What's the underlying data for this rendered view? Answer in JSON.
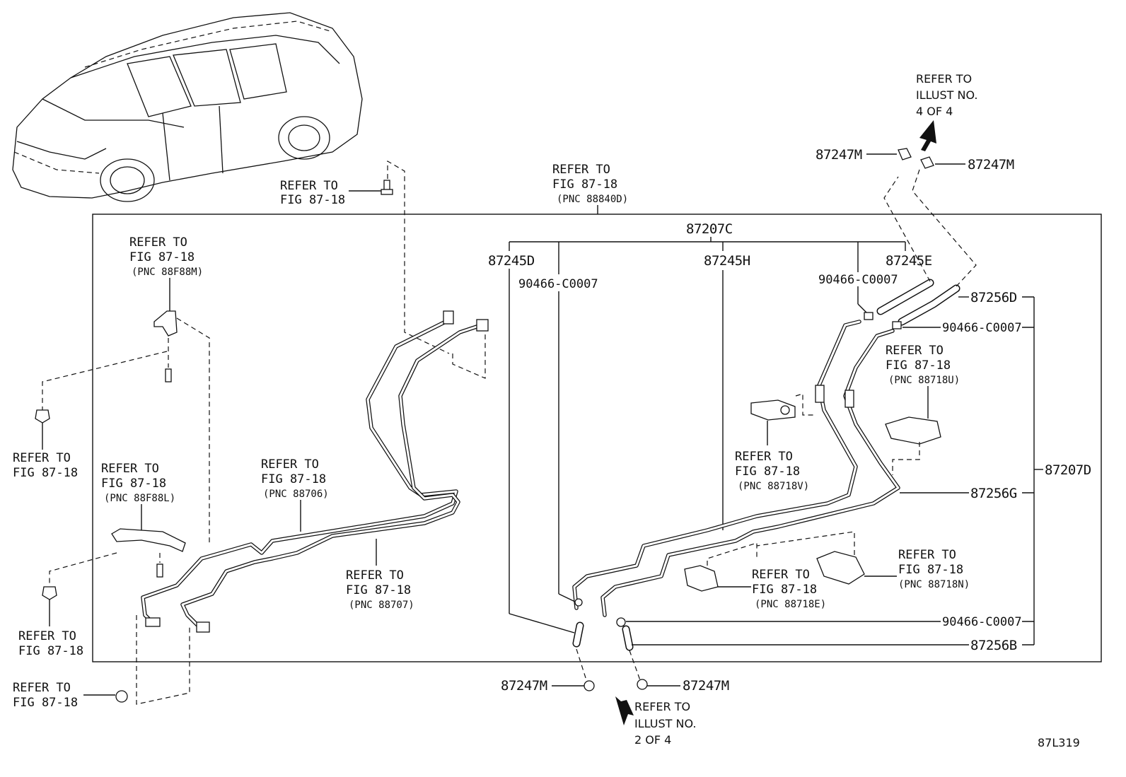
{
  "diagram_code": "87L319",
  "callouts": {
    "refer_top_center": [
      "REFER TO",
      "FIG 87-18",
      "(PNC 88840D)"
    ],
    "refer_bolt_top": [
      "REFER TO",
      "FIG 87-18"
    ],
    "refer_88f88m": [
      "REFER TO",
      "FIG 87-18",
      "(PNC 88F88M)"
    ],
    "refer_clip_left": [
      "REFER TO",
      "FIG 87-18"
    ],
    "refer_88f88l": [
      "REFER TO",
      "FIG 87-18",
      "(PNC 88F88L)"
    ],
    "refer_clip_left2": [
      "REFER TO",
      "FIG 87-18"
    ],
    "refer_nut_bottom": [
      "REFER TO",
      "FIG 87-18"
    ],
    "refer_88706": [
      "REFER TO",
      "FIG 87-18",
      "(PNC 88706)"
    ],
    "refer_88707": [
      "REFER TO",
      "FIG 87-18",
      "(PNC 88707)"
    ],
    "refer_88718v": [
      "REFER TO",
      "FIG 87-18",
      "(PNC 88718V)"
    ],
    "refer_88718e": [
      "REFER TO",
      "FIG 87-18",
      "(PNC 88718E)"
    ],
    "refer_88718n": [
      "REFER TO",
      "FIG 87-18",
      "(PNC 88718N)"
    ],
    "refer_88718u": [
      "REFER TO",
      "FIG 87-18",
      "(PNC 88718U)"
    ],
    "refer_illust_4": [
      "REFER TO",
      "ILLUST NO.",
      "4 OF 4"
    ],
    "refer_illust_2": [
      "REFER TO",
      "ILLUST NO.",
      "2 OF 4"
    ]
  },
  "part_numbers": {
    "p87207c": "87207C",
    "p87245d": "87245D",
    "p87245h": "87245H",
    "p87245e": "87245E",
    "p90466_left": "90466-C0007",
    "p90466_mid": "90466-C0007",
    "p87256d": "87256D",
    "p90466_right": "90466-C0007",
    "p87207d": "87207D",
    "p87256g": "87256G",
    "p90466_bottom": "90466-C0007",
    "p87256b": "87256B",
    "p87247m_tl": "87247M",
    "p87247m_tr": "87247M",
    "p87247m_bl": "87247M",
    "p87247m_br": "87247M"
  }
}
